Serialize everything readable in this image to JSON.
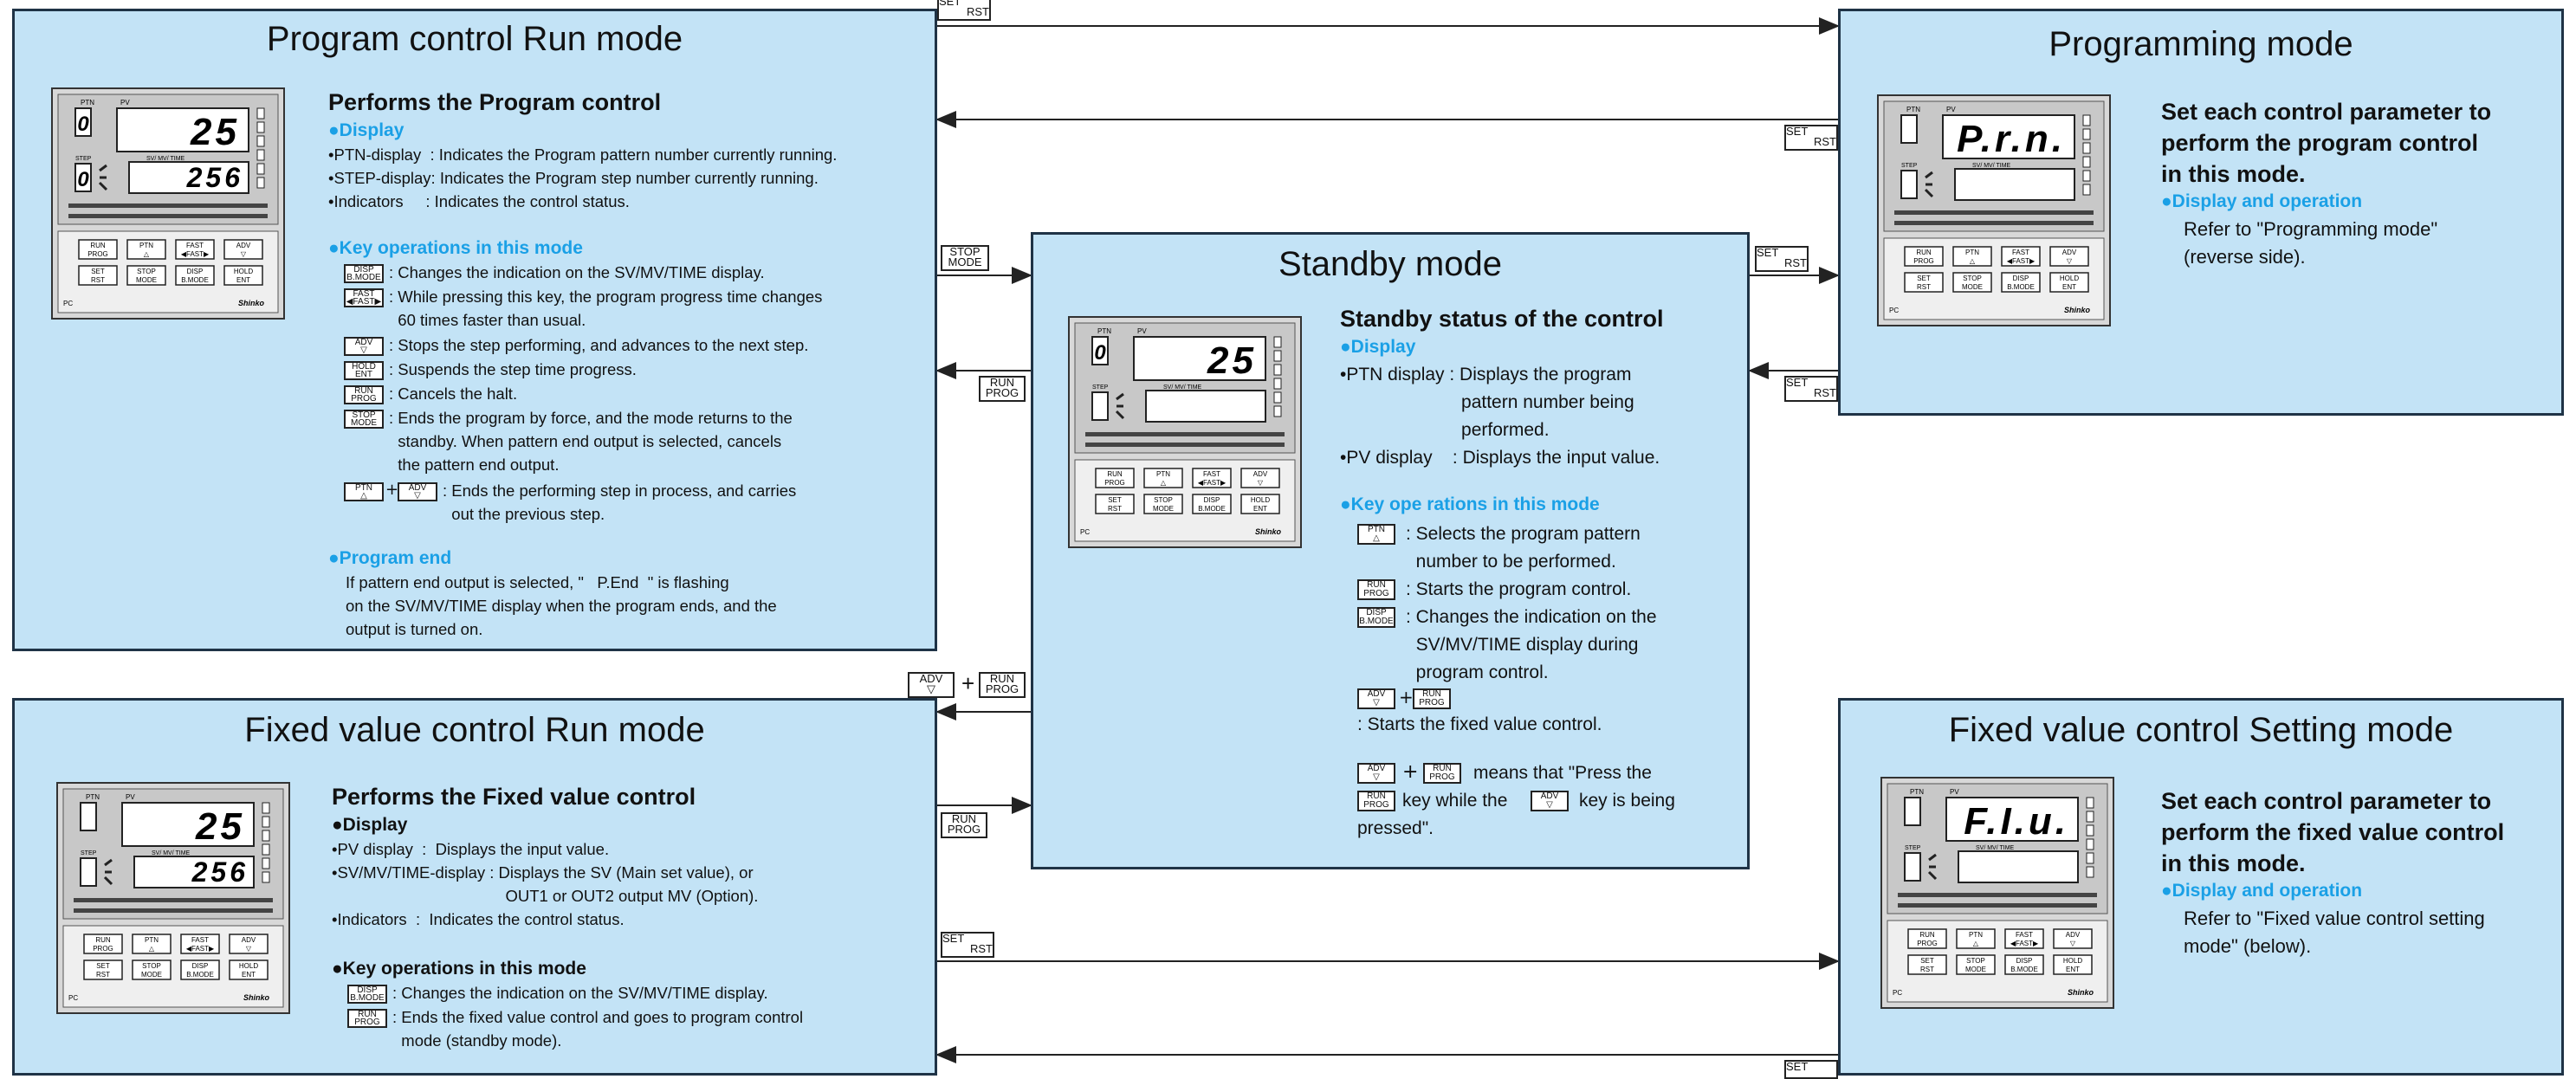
{
  "colors": {
    "panel_fill": "#c3e3f6",
    "accent": "#1aa0e6",
    "border": "#1f3346"
  },
  "program_run": {
    "title": "Program control Run mode",
    "heading": "Performs the Program control",
    "display_label": "●Display",
    "display_lines": [
      "•PTN-display  : Indicates the Program pattern number currently running.",
      "•STEP-display: Indicates the Program step number currently running.",
      "•Indicators     : Indicates the control status."
    ],
    "key_label": "●Key operations in this mode",
    "key_lines": [
      ": Changes the indication on the SV/MV/TIME display.",
      ": While pressing this key, the program progress time changes\n  60 times faster than usual.",
      ": Stops the step performing, and advances to the next step.",
      ": Suspends the step time progress.",
      ": Cancels the halt.",
      ": Ends the program by force, and the mode returns to the\n  standby. When pattern end output is selected, cancels\n  the pattern end output.",
      ": Ends the performing step in process, and carries\n  out the previous step."
    ],
    "end_label": "●Program end",
    "end_text": "If pattern end output is selected, \"   P.End  \" is flashing\non the SV/MV/TIME display when the program ends, and the\noutput is turned on.",
    "device": {
      "ptn": "0",
      "step": "0",
      "pv": "25",
      "sv": "256"
    }
  },
  "programming": {
    "title": "Programming mode",
    "heading": "Set each control parameter to\nperform the program control\nin this mode.",
    "sub_label": "●Display and operation",
    "body": "Refer to \"Programming mode\"\n(reverse side).",
    "device": {
      "ptn": "",
      "step": "",
      "pv": "P.r.n.",
      "sv": ""
    }
  },
  "standby": {
    "title": "Standby mode",
    "heading": "Standby status of the control",
    "display_label": "●Display",
    "display_lines": "•PTN display : Displays the program\n                        pattern number being\n                        performed.\n•PV display    : Displays the input value.",
    "key_label": "●Key ope rations in this mode",
    "key_lines": [
      ": Selects the program pattern\n  number to be performed.",
      ": Starts the program control.",
      ": Changes the indication on the\n  SV/MV/TIME display during\n  program control.",
      ": Starts the fixed value control."
    ],
    "means_text": "means that \"Press the",
    "means_text2": "key while the",
    "means_text3": "key is being",
    "means_text4": "pressed\".",
    "device": {
      "ptn": "0",
      "step": "",
      "pv": "25",
      "sv": ""
    }
  },
  "fixed_run": {
    "title": "Fixed value control Run mode",
    "heading": "Performs the Fixed value control",
    "display_label": "●Display",
    "display_lines": "•PV display  :  Displays the input value.\n•SV/MV/TIME-display : Displays the SV (Main set value), or\n                                       OUT1 or OUT2 output MV (Option).\n•Indicators  :  Indicates the control status.",
    "key_label": "●Key operations in this mode",
    "key_lines": [
      ": Changes the indication on the SV/MV/TIME display.",
      ": Ends the fixed value control and goes to program control\n  mode (standby mode)."
    ],
    "device": {
      "ptn": "",
      "step": "",
      "pv": "25",
      "sv": "256"
    }
  },
  "fixed_setting": {
    "title": "Fixed value control Setting mode",
    "heading": "Set each control parameter to\nperform the fixed value control\nin this mode.",
    "sub_label": "●Display and operation",
    "body": "Refer to \"Fixed value control setting\nmode\" (below).",
    "device": {
      "ptn": "",
      "step": "",
      "pv": "F.I.u.",
      "sv": ""
    }
  },
  "keys": {
    "set_top": "SET",
    "set_bot": "RST",
    "stop_top": "STOP",
    "stop_bot": "MODE",
    "run_top": "RUN",
    "run_bot": "PROG",
    "adv_top": "ADV",
    "adv_bot": "▽",
    "disp_top": "DISP",
    "disp_bot": "B.MODE",
    "fast_top": "FAST",
    "fast_bot": "◀FAST▶",
    "hold_top": "HOLD",
    "hold_bot": "ENT",
    "ptn_top": "PTN",
    "ptn_bot": "△",
    "plus": "+"
  },
  "device_labels": {
    "ptn": "PTN",
    "pv": "PV",
    "step": "STEP",
    "svmv": "SV/ MV/ TIME",
    "brand": "Shinko",
    "pc": "PC",
    "keys_row1": [
      "RUN\nPROG",
      "PTN\n△",
      "FAST\n◀FAST▶",
      "ADV\n▽"
    ],
    "keys_row2": [
      "SET\nRST",
      "STOP\nMODE",
      "DISP\nB.MODE",
      "HOLD\nENT"
    ]
  }
}
